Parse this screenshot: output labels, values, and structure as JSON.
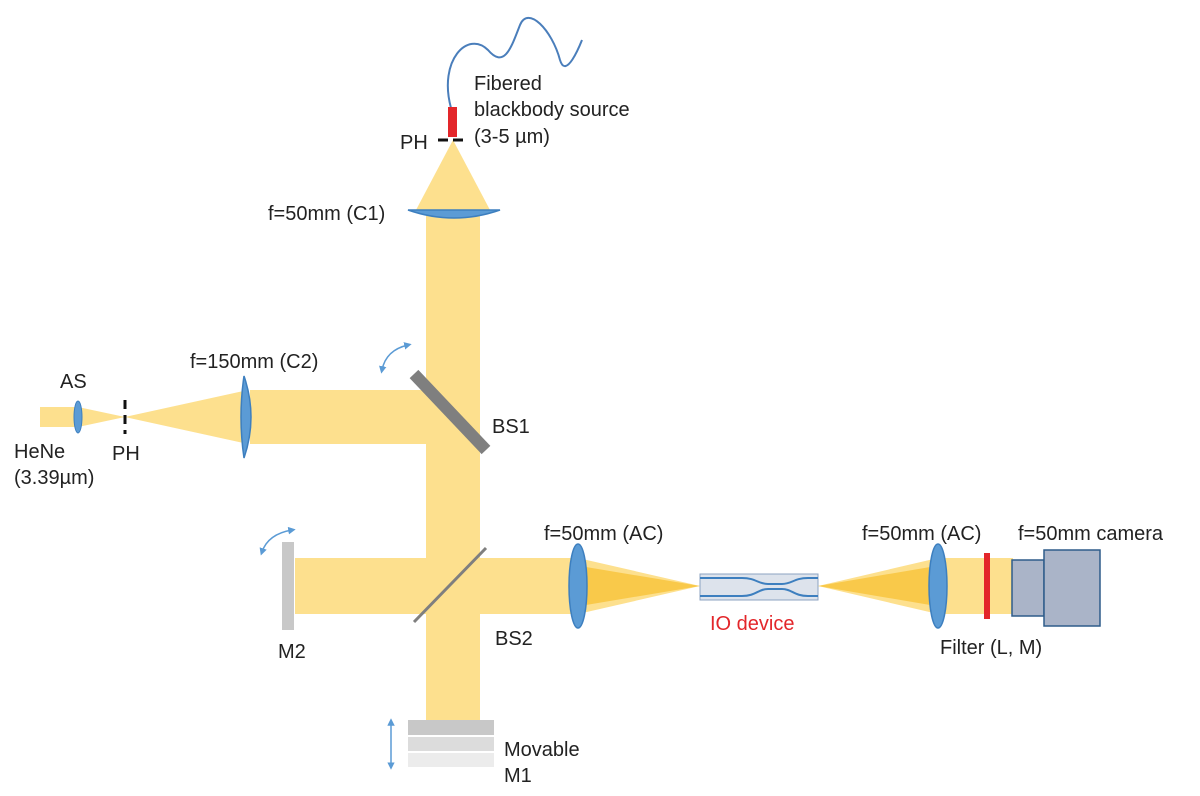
{
  "colors": {
    "beam": "#fde08e",
    "beam_focus": "#f9c94a",
    "lens": "#5b9bd5",
    "lens_stroke": "#3d7fbf",
    "splitter": "#7f7f7f",
    "mirror": "#c8c8c8",
    "filter": "#e3262a",
    "camera": "#aab4c8",
    "camera_stroke": "#2e5c8a",
    "fiber": "#4a7ebb",
    "arrow": "#5b9bd5",
    "io_label": "#e3262a",
    "text": "#222222"
  },
  "icons": {
    "rotation_arrows": "curved-double-arrow-icon",
    "translation_arrow": "vertical-double-arrow-icon"
  },
  "labels": {
    "source_line1": "Fibered",
    "source_line2": "blackbody source",
    "source_line3": "(3-5 µm)",
    "ph_top": "PH",
    "c1": "f=50mm (C1)",
    "c2": "f=150mm (C2)",
    "as": "AS",
    "hene_line1": "HeNe",
    "hene_line2": "(3.39µm)",
    "ph_left": "PH",
    "bs1": "BS1",
    "bs2": "BS2",
    "m2": "M2",
    "ac_left": "f=50mm (AC)",
    "ac_right": "f=50mm (AC)",
    "camera": "f=50mm camera",
    "io_device": "IO device",
    "filter": "Filter (L, M)",
    "m1_line1": "Movable",
    "m1_line2": "M1"
  }
}
